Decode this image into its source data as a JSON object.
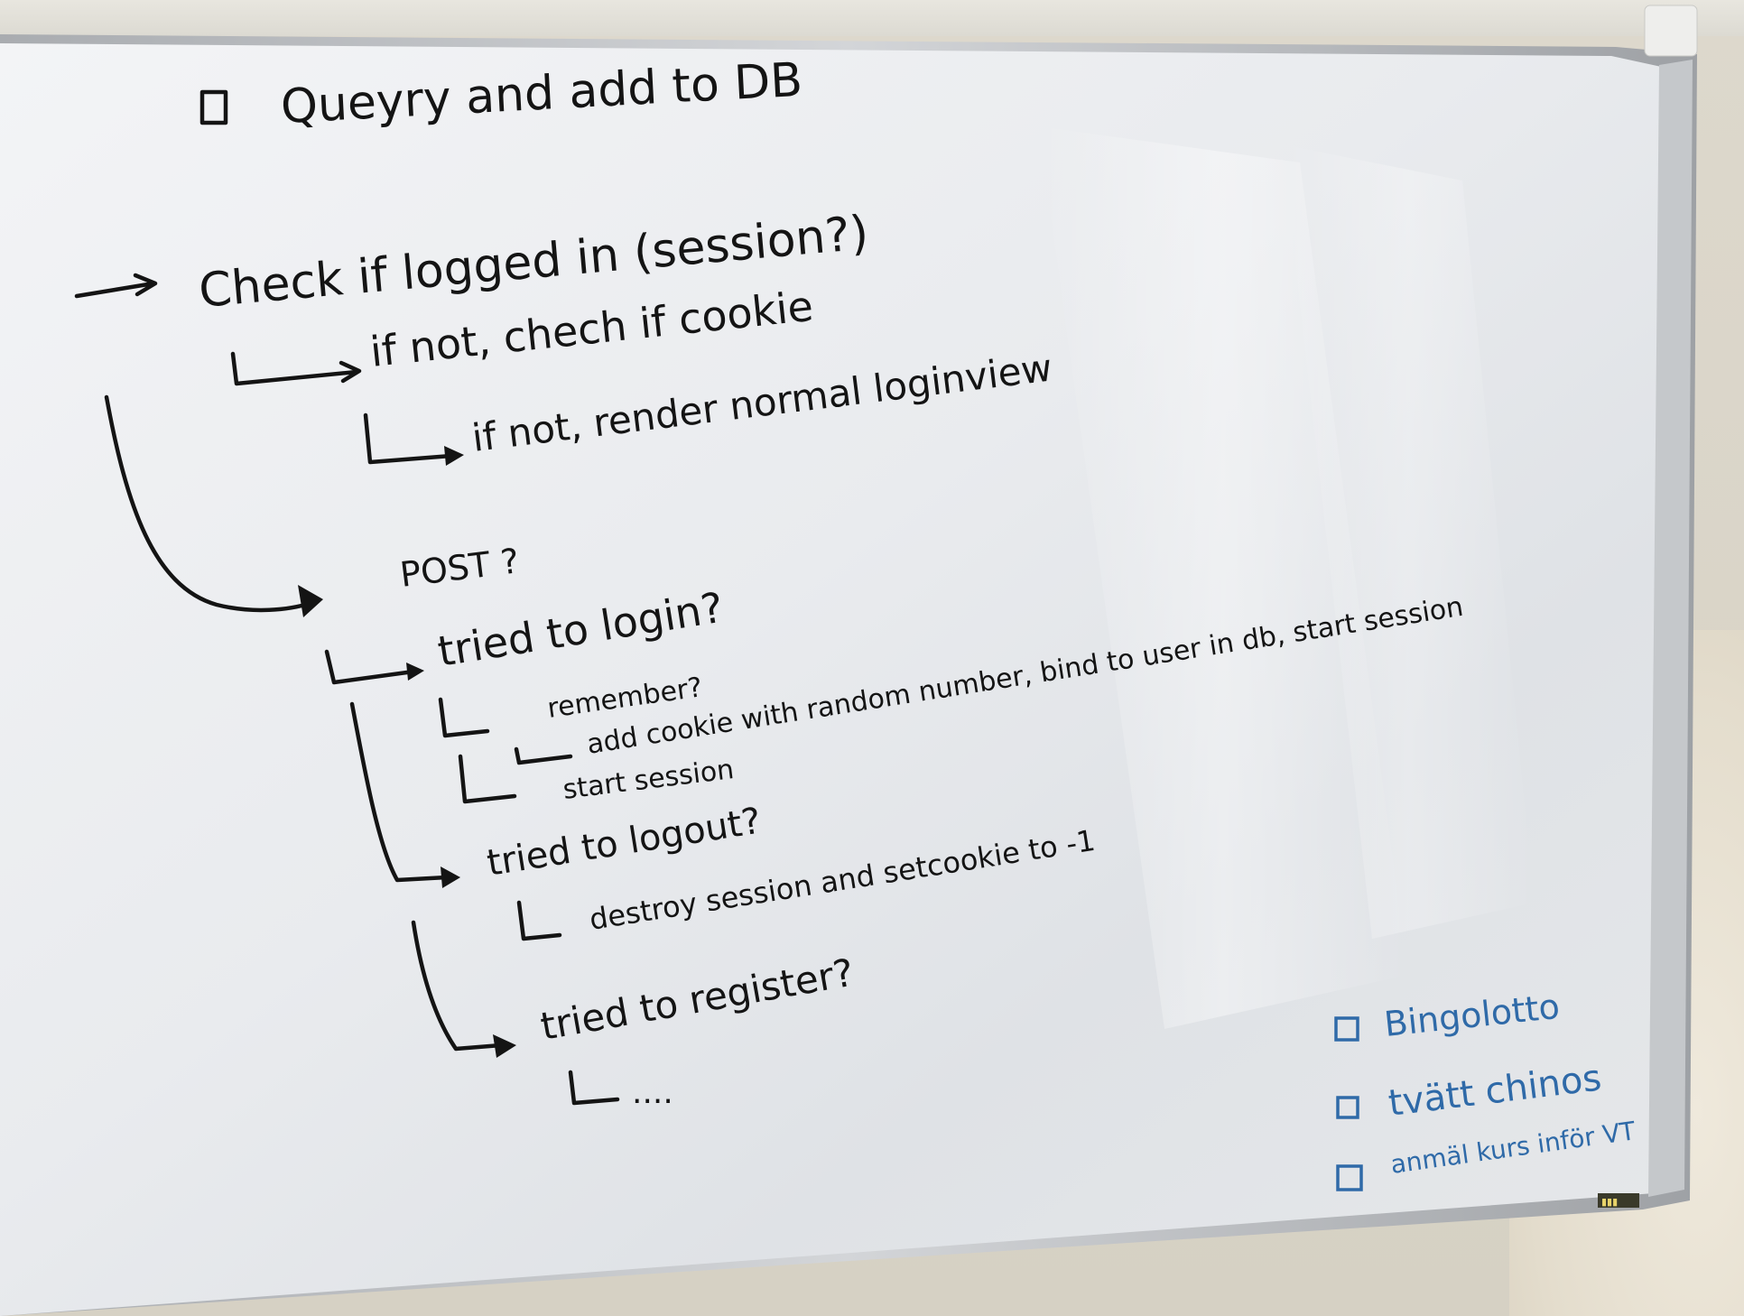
{
  "whiteboard": {
    "title": "Queyry and add to DB",
    "lines": {
      "check_logged_in": "Check if logged in (session?)",
      "if_not_cookie": "if not, chech if cookie",
      "if_not_render": "if not, render normal loginview",
      "post": "POST ?",
      "tried_login": "tried to login?",
      "remember": "remember?",
      "add_cookie": "add cookie with random number, bind to user in db, start session",
      "start_session": "start session",
      "tried_logout": "tried to logout?",
      "destroy_session": "destroy session and setcookie to -1",
      "tried_register": "tried to register?",
      "ellipsis": "...."
    },
    "todo": [
      {
        "label": "Bingolotto"
      },
      {
        "label": "tvätt chinos"
      },
      {
        "label": "anmäl kurs inför VT"
      }
    ],
    "brand_label": "▮▮▮",
    "colors": {
      "ink_black": "#141414",
      "ink_blue": "#2f6aa8",
      "board": "#eef0f2",
      "frame": "#b9bcbf"
    }
  }
}
